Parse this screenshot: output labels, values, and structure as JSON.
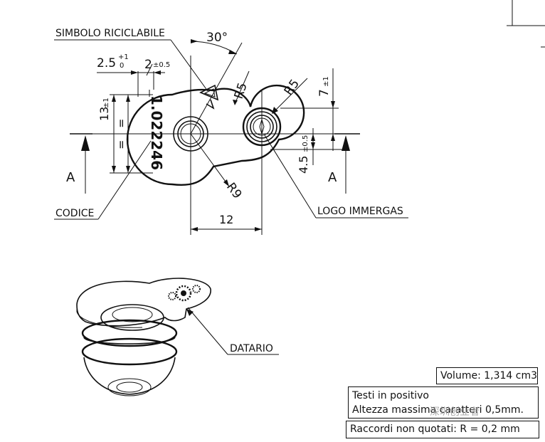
{
  "labels": {
    "recycle_symbol": "SIMBOLO RICICLABILE",
    "code": "CODICE",
    "logo": "LOGO IMMERGAS",
    "date_stamp": "DATARIO",
    "section_a_left": "A",
    "section_a_right": "A",
    "code_number": "1.022246"
  },
  "dimensions": {
    "angle": "30°",
    "width_2_5": "2.5",
    "tol_2_5_upper": "+1",
    "tol_2_5_lower": "0",
    "width_2": "2",
    "tol_2": "±0.5",
    "height_13": "13",
    "tol_13": "±1",
    "radius_r5_a": "R5",
    "radius_r5_b": "R5",
    "height_7": "7",
    "tol_7": "±1",
    "height_4_5": "4.5",
    "tol_4_5": "±0.5",
    "radius_r9": "R9",
    "length_12": "12",
    "equal_mark_a": "=",
    "equal_mark_b": "="
  },
  "notes": {
    "volume": "Volume: 1,314 cm3",
    "text_positive": "Testi in positivo",
    "max_char_height": "Altezza massima caratteri 0,5mm.",
    "fillets": "Raccordi non quotati: R = 0,2 mm"
  },
  "watermark": "深圳创业者"
}
